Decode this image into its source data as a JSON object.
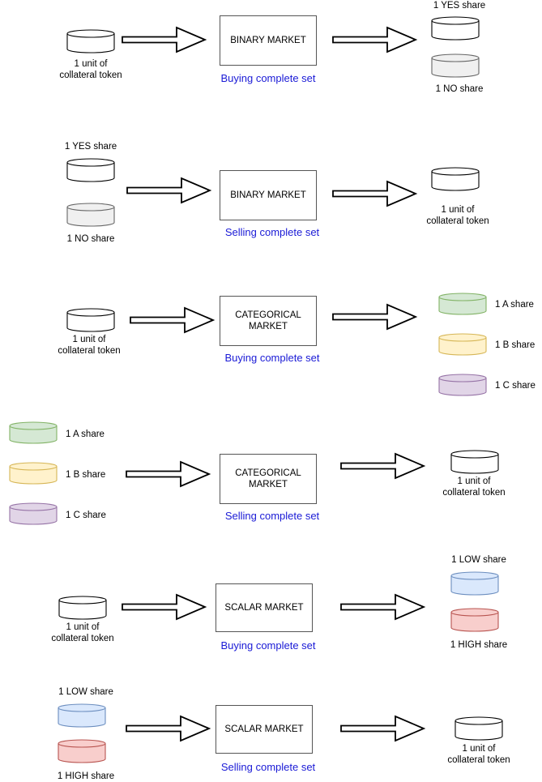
{
  "colors": {
    "caption": "#1a1ad6",
    "white_fill": "#ffffff",
    "white_stroke": "#000000",
    "gray_fill": "#f0f0f0",
    "gray_stroke": "#666666",
    "green_fill": "#d5e8d4",
    "green_stroke": "#82b366",
    "yellow_fill": "#fff2cc",
    "yellow_stroke": "#d6b656",
    "purple_fill": "#e1d5e7",
    "purple_stroke": "#9673a6",
    "blue_fill": "#dae8fc",
    "blue_stroke": "#6c8ebf",
    "red_fill": "#f8cecc",
    "red_stroke": "#b85450"
  },
  "labels": {
    "collateral": "1 unit of collateral token",
    "collateral_line1": "1 unit of",
    "collateral_line2": "collateral token",
    "yes": "1 YES share",
    "no": "1 NO share",
    "a": "1 A share",
    "b": "1 B share",
    "c": "1 C share",
    "low": "1 LOW share",
    "high": "1 HIGH share"
  },
  "markets": {
    "binary": "BINARY MARKET",
    "categorical_line1": "CATEGORICAL",
    "categorical_line2": "MARKET",
    "scalar": "SCALAR MARKET"
  },
  "captions": {
    "buy": "Buying complete set",
    "sell": "Selling complete set"
  },
  "rows": [
    {
      "market": "BINARY MARKET",
      "action": "Buying complete set",
      "inputs": [
        "1 unit of collateral token"
      ],
      "outputs": [
        "1 YES share",
        "1 NO share"
      ]
    },
    {
      "market": "BINARY MARKET",
      "action": "Selling complete set",
      "inputs": [
        "1 YES share",
        "1 NO share"
      ],
      "outputs": [
        "1 unit of collateral token"
      ]
    },
    {
      "market": "CATEGORICAL MARKET",
      "action": "Buying complete set",
      "inputs": [
        "1 unit of collateral token"
      ],
      "outputs": [
        "1 A share",
        "1 B share",
        "1 C share"
      ]
    },
    {
      "market": "CATEGORICAL MARKET",
      "action": "Selling complete set",
      "inputs": [
        "1 A share",
        "1 B share",
        "1 C share"
      ],
      "outputs": [
        "1 unit of collateral token"
      ]
    },
    {
      "market": "SCALAR MARKET",
      "action": "Buying complete set",
      "inputs": [
        "1 unit of collateral token"
      ],
      "outputs": [
        "1 LOW share",
        "1 HIGH share"
      ]
    },
    {
      "market": "SCALAR MARKET",
      "action": "Selling complete set",
      "inputs": [
        "1 LOW share",
        "1 HIGH share"
      ],
      "outputs": [
        "1 unit of collateral token"
      ]
    }
  ]
}
